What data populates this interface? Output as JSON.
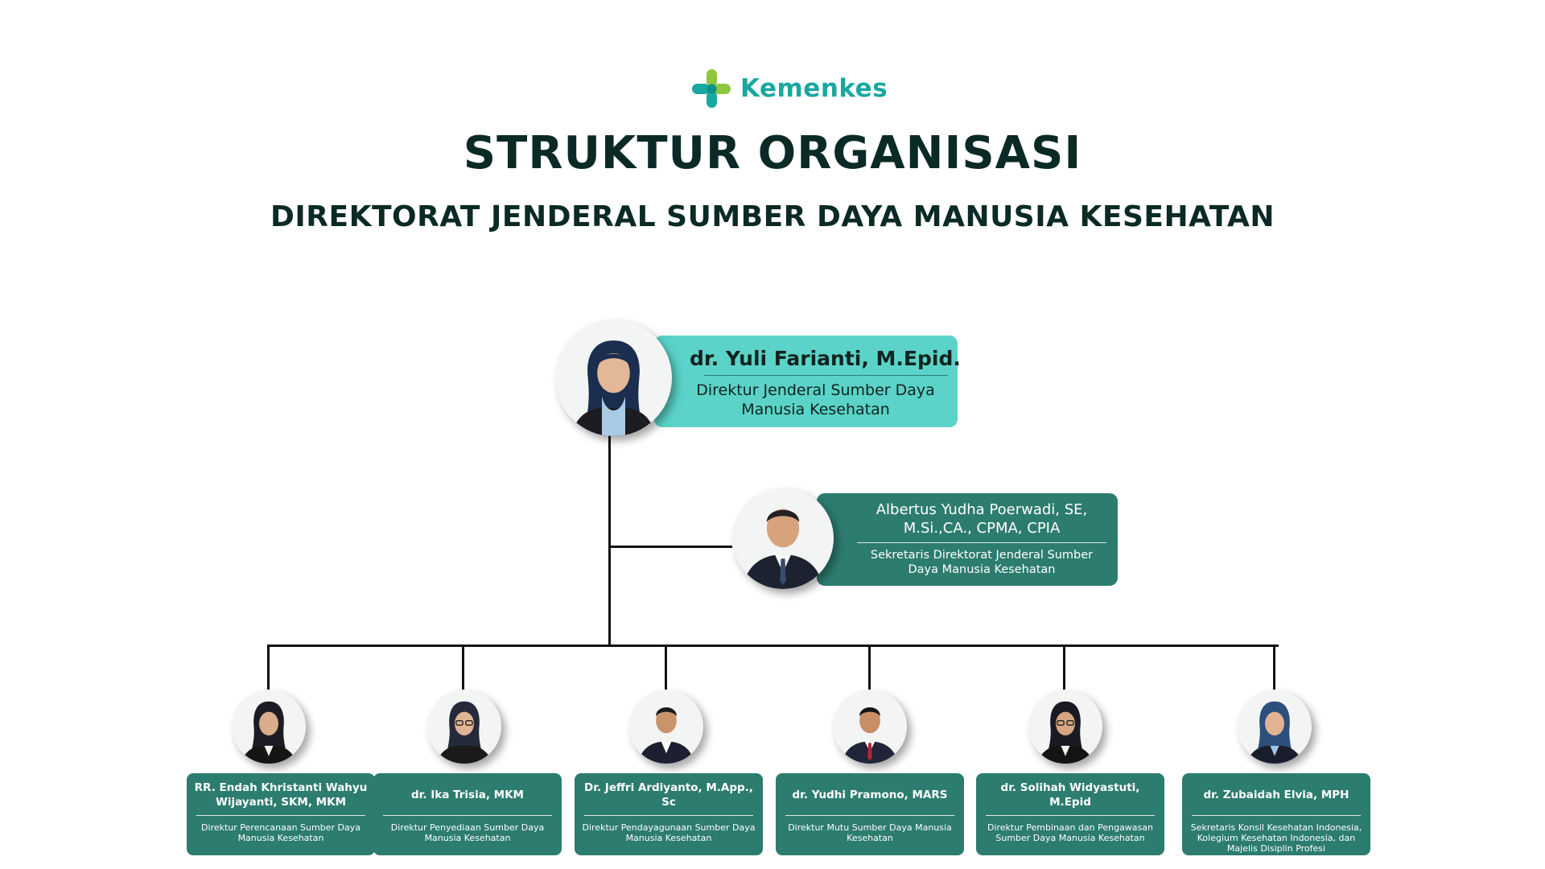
{
  "logo": {
    "text": "Kemenkes"
  },
  "title": "STRUKTUR ORGANISASI",
  "subtitle": "DIREKTORAT JENDERAL SUMBER DAYA MANUSIA KESEHATAN",
  "director_general": {
    "name": "dr. Yuli Farianti, M.Epid.",
    "position": "Direktur Jenderal Sumber Daya Manusia Kesehatan"
  },
  "secretary": {
    "name": "Albertus Yudha Poerwadi, SE, M.Si.,CA., CPMA, CPIA",
    "position": "Sekretaris Direktorat  Jenderal Sumber Daya Manusia Kesehatan"
  },
  "directors": [
    {
      "name": "RR. Endah Khristanti Wahyu Wijayanti, SKM, MKM",
      "position": "Direktur Perencanaan Sumber Daya Manusia Kesehatan"
    },
    {
      "name": "dr. Ika Trisia, MKM",
      "position": "Direktur Penyediaan Sumber Daya Manusia Kesehatan"
    },
    {
      "name": "Dr. Jeffri Ardiyanto, M.App., Sc",
      "position": "Direktur  Pendayagunaan Sumber Daya Manusia Kesehatan"
    },
    {
      "name": "dr. Yudhi Pramono, MARS",
      "position": "Direktur Mutu Sumber Daya Manusia Kesehatan"
    },
    {
      "name": "dr. Solihah Widyastuti, M.Epid",
      "position": "Direktur Pembinaan dan Pengawasan Sumber Daya Manusia Kesehatan"
    },
    {
      "name": "dr. Zubaidah Elvia, MPH",
      "position": "Sekretaris Konsil Kesehatan Indonesia, Kolegium Kesehatan Indonesia, dan Majelis Disiplin Profesi"
    }
  ],
  "colors": {
    "teal_light": "#5bd3c8",
    "teal_dark": "#2c7c6f",
    "logo_teal": "#19a8a0",
    "title": "#0b2a25"
  }
}
